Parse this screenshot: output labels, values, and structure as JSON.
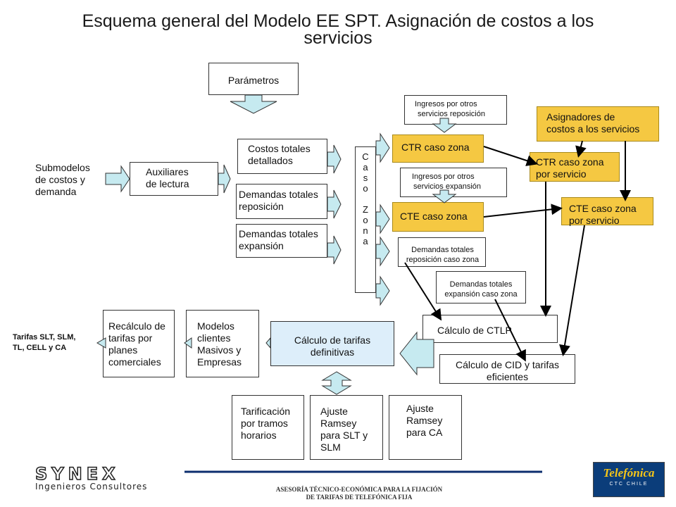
{
  "title_line1": "Esquema general del Modelo EE SPT. Asignación de costos a los",
  "title_line2": "servicios",
  "boxes": {
    "parametros": "Parámetros",
    "submodelos": [
      "Submodelos",
      "de costos y",
      "demanda"
    ],
    "auxiliares": [
      "Auxiliares",
      "de lectura"
    ],
    "costos_totales": [
      "Costos totales",
      "detallados"
    ],
    "dem_reposicion": [
      "Demandas totales",
      "reposición"
    ],
    "dem_expansion": [
      "Demandas totales",
      "expansión"
    ],
    "caso_zona": [
      "C",
      "a",
      "s",
      "o",
      "",
      "Z",
      "o",
      "n",
      "a"
    ],
    "ingresos_repos": [
      "Ingresos por otros",
      "servicios reposición"
    ],
    "ctr_caso_zona": "CTR caso zona",
    "ingresos_exp": [
      "Ingresos por otros",
      "servicios expansión"
    ],
    "cte_caso_zona": "CTE caso zona",
    "asignadores": [
      "Asignadores de",
      "costos a los servicios"
    ],
    "ctr_servicio": [
      "CTR caso zona",
      "por servicio"
    ],
    "cte_servicio": [
      "CTE caso zona",
      "por servicio"
    ],
    "dem_repos_cz": [
      "Demandas totales",
      "reposición caso zona"
    ],
    "dem_exp_cz": [
      "Demandas totales",
      "expansión caso zona"
    ],
    "calculo_ctlp": "Cálculo de CTLP",
    "calculo_cid": [
      "Cálculo de CID y tarifas",
      "eficientes"
    ],
    "calculo_def": [
      "Cálculo de tarifas",
      "definitivas"
    ],
    "modelos": [
      "Modelos",
      "clientes",
      "Masivos y",
      "Empresas"
    ],
    "recalculo": [
      "Recálculo de",
      "tarifas por",
      "planes",
      "comerciales"
    ],
    "tarifas_label": [
      "Tarifas SLT, SLM,",
      "TL, CELL y CA"
    ],
    "tarificacion": [
      "Tarificación",
      "por tramos",
      "horarios"
    ],
    "ajuste_slt": [
      "Ajuste",
      "Ramsey",
      "para SLT y",
      "SLM"
    ],
    "ajuste_ca": [
      "Ajuste",
      "Ramsey",
      "para CA"
    ]
  },
  "footer": [
    "ASESORÍA TÉCNICO-ECONÓMICA PARA LA FIJACIÓN",
    "DE TARIFAS DE TELEFÓNICA FIJA"
  ],
  "logos": {
    "synex_name": "SYNEX",
    "synex_sub": "Ingenieros Consultores",
    "telefonica_name": "Telefónica",
    "telefonica_sub": "CTC CHILE"
  },
  "colors": {
    "orange": "#f5c842",
    "light_blue": "#ddeefa",
    "arrow_fill": "#c6eaf0"
  }
}
